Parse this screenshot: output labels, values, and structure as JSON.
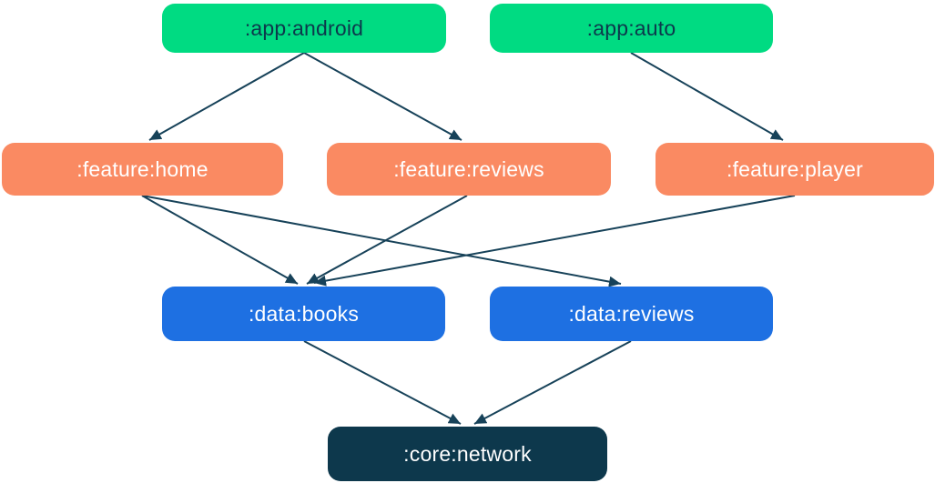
{
  "diagram": {
    "kind": "module-dependency-graph",
    "nodes": [
      {
        "id": "app-android",
        "label": ":app:android",
        "type": "app"
      },
      {
        "id": "app-auto",
        "label": ":app:auto",
        "type": "app"
      },
      {
        "id": "feature-home",
        "label": ":feature:home",
        "type": "feature"
      },
      {
        "id": "feature-reviews",
        "label": ":feature:reviews",
        "type": "feature"
      },
      {
        "id": "feature-player",
        "label": ":feature:player",
        "type": "feature"
      },
      {
        "id": "data-books",
        "label": ":data:books",
        "type": "data"
      },
      {
        "id": "data-reviews",
        "label": ":data:reviews",
        "type": "data"
      },
      {
        "id": "core-network",
        "label": ":core:network",
        "type": "core"
      }
    ],
    "edges": [
      {
        "from": ":app:android",
        "to": ":feature:home"
      },
      {
        "from": ":app:android",
        "to": ":feature:reviews"
      },
      {
        "from": ":app:auto",
        "to": ":feature:player"
      },
      {
        "from": ":feature:home",
        "to": ":data:books"
      },
      {
        "from": ":feature:home",
        "to": ":data:reviews"
      },
      {
        "from": ":feature:reviews",
        "to": ":data:books"
      },
      {
        "from": ":feature:player",
        "to": ":data:books"
      },
      {
        "from": ":data:books",
        "to": ":core:network"
      },
      {
        "from": ":data:reviews",
        "to": ":core:network"
      }
    ],
    "colors": {
      "app": "#00DB82",
      "feature": "#FA8A62",
      "data": "#1E70E2",
      "core": "#0D384C",
      "edge": "#174259",
      "text_on_app": "#0D384C",
      "text_on_other": "#FFFFFF",
      "background": "#FFFFFF"
    }
  }
}
